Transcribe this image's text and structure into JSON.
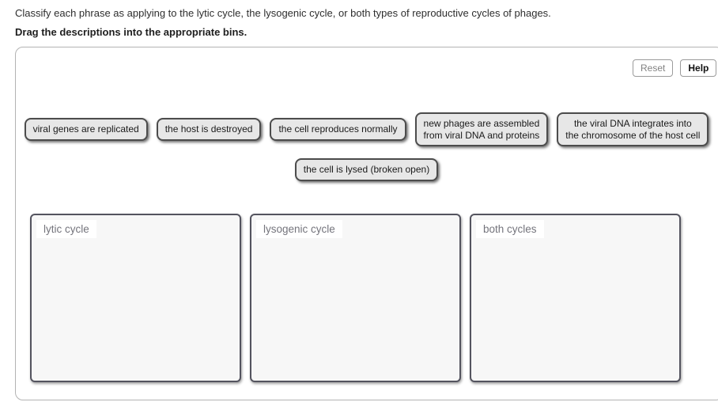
{
  "question": {
    "prompt": "Classify each phrase as applying to the lytic cycle, the lysogenic cycle, or both types of reproductive cycles of phages.",
    "instruction": "Drag the descriptions into the appropriate bins."
  },
  "toolbar": {
    "reset_label": "Reset",
    "help_label": "Help"
  },
  "chips": {
    "row1": [
      "viral genes are replicated",
      "the host is destroyed",
      "the cell reproduces normally",
      "new phages are assembled\nfrom viral DNA and proteins",
      "the viral DNA integrates into\nthe chromosome of the host cell"
    ],
    "row2": [
      "the cell is lysed (broken open)"
    ]
  },
  "bins": [
    {
      "label": "lytic cycle"
    },
    {
      "label": "lysogenic cycle"
    },
    {
      "label": "both cycles"
    }
  ],
  "colors": {
    "chip_background": "#e7e7e7",
    "chip_border": "#4c4c4c",
    "bin_background": "#f7f7f7",
    "bin_border": "#54545f",
    "bin_label_text": "#74747c",
    "panel_border": "#b3b3b3"
  }
}
